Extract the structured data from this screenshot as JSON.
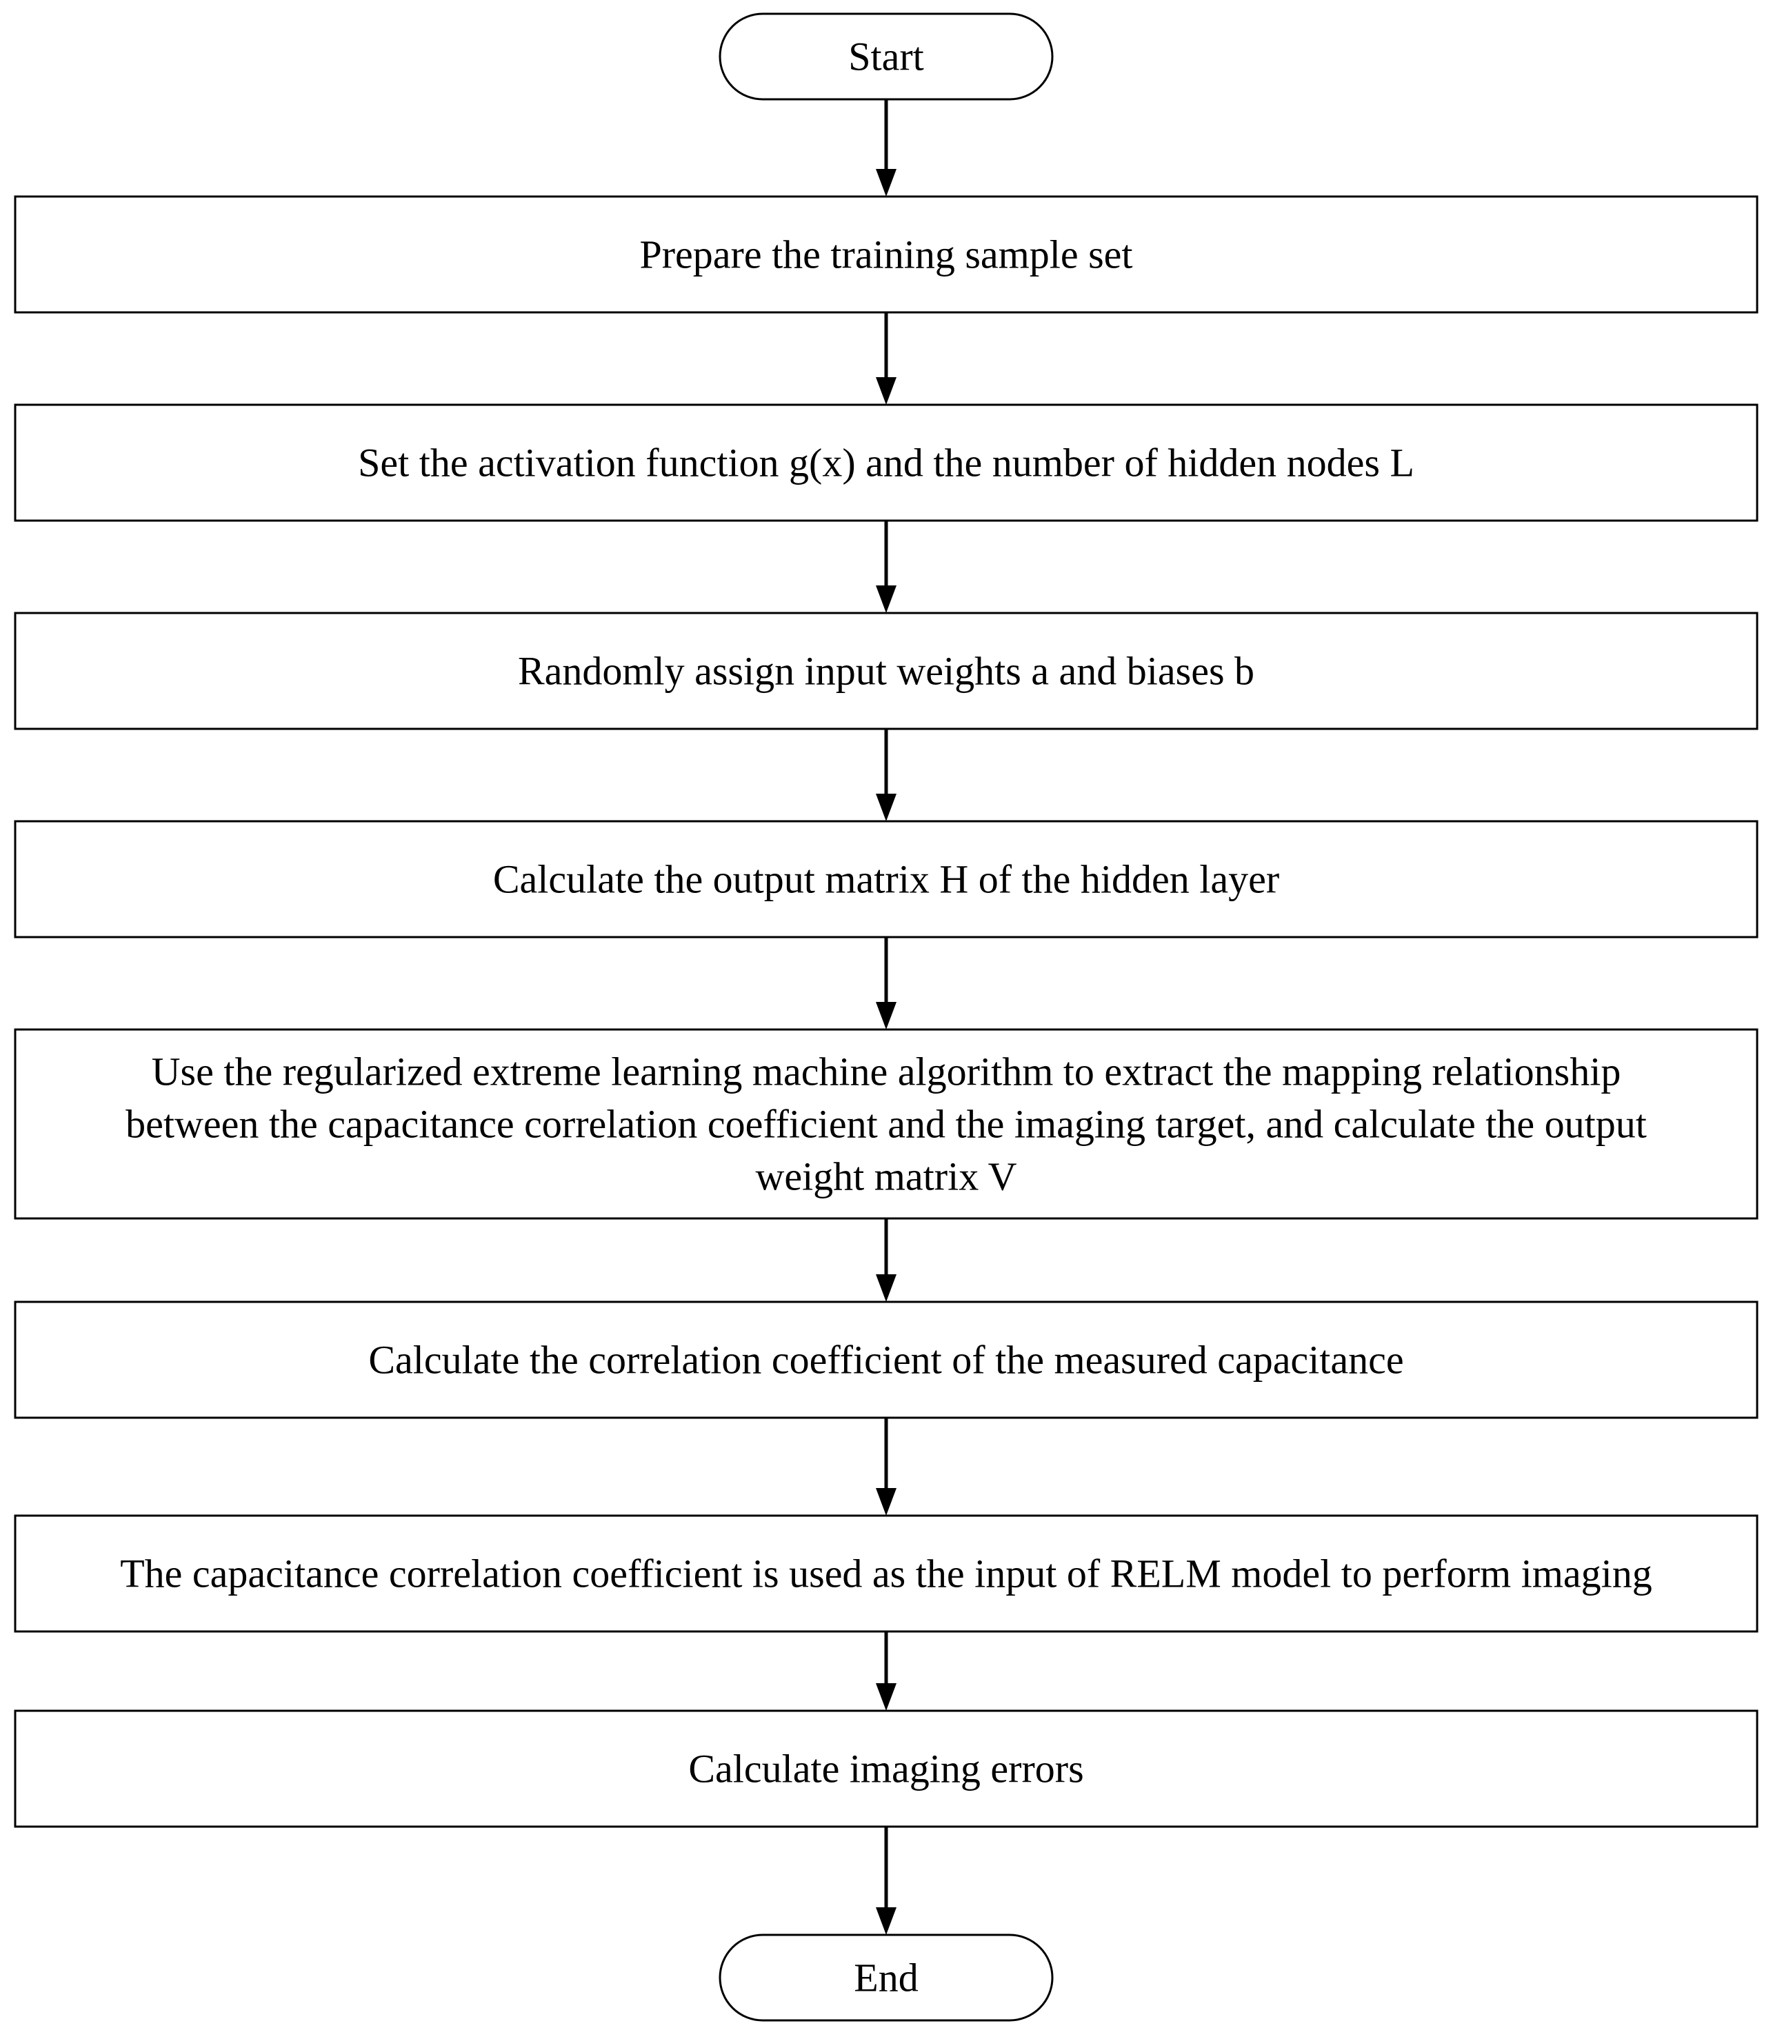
{
  "diagram": {
    "type": "flowchart",
    "nodes": [
      {
        "id": "start",
        "shape": "terminal",
        "lines": [
          "Start"
        ]
      },
      {
        "id": "prepare",
        "shape": "process",
        "lines": [
          "Prepare the training sample set"
        ]
      },
      {
        "id": "set-activation",
        "shape": "process",
        "lines": [
          "Set the activation function g(x) and the number of hidden nodes L"
        ]
      },
      {
        "id": "assign-weights",
        "shape": "process",
        "lines": [
          "Randomly assign input weights a and biases b"
        ]
      },
      {
        "id": "calc-h",
        "shape": "process",
        "lines": [
          "Calculate the output matrix H of the hidden layer"
        ]
      },
      {
        "id": "relm",
        "shape": "process",
        "lines": [
          "Use the regularized extreme learning machine algorithm to extract the mapping relationship",
          "between the capacitance correlation coefficient and the imaging target, and calculate the output",
          "weight matrix V"
        ]
      },
      {
        "id": "calc-corr",
        "shape": "process",
        "lines": [
          "Calculate the correlation coefficient of the measured capacitance"
        ]
      },
      {
        "id": "imaging",
        "shape": "process",
        "lines": [
          "The capacitance correlation coefficient is used as the input of RELM model to perform imaging"
        ]
      },
      {
        "id": "errors",
        "shape": "process",
        "lines": [
          "Calculate imaging errors"
        ]
      },
      {
        "id": "end",
        "shape": "terminal",
        "lines": [
          "End"
        ]
      }
    ],
    "edges": [
      {
        "from": "start",
        "to": "prepare"
      },
      {
        "from": "prepare",
        "to": "set-activation"
      },
      {
        "from": "set-activation",
        "to": "assign-weights"
      },
      {
        "from": "assign-weights",
        "to": "calc-h"
      },
      {
        "from": "calc-h",
        "to": "relm"
      },
      {
        "from": "relm",
        "to": "calc-corr"
      },
      {
        "from": "calc-corr",
        "to": "imaging"
      },
      {
        "from": "imaging",
        "to": "errors"
      },
      {
        "from": "errors",
        "to": "end"
      }
    ]
  }
}
